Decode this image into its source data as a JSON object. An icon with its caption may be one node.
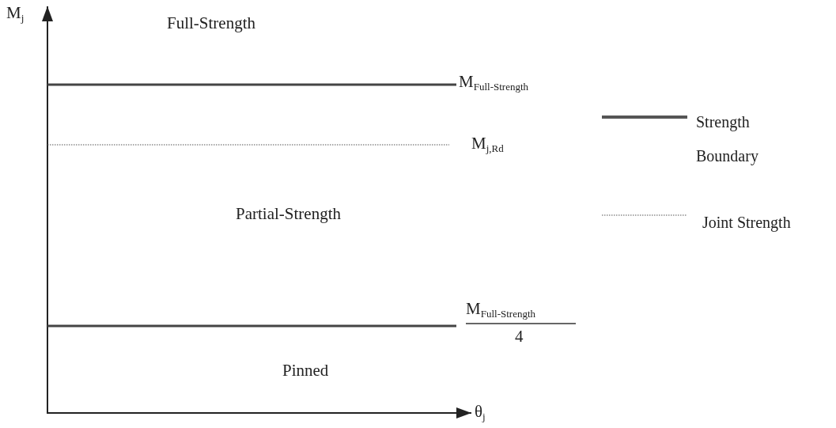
{
  "diagram": {
    "labels": [
      "M$_{j}$",
      "Full-Strength",
      "M$_{Full-Strength}$",
      "M$_{j,Rd}$",
      "Partial-Strength",
      "M$_{Full-Strength}$",
      "4",
      "Pinned",
      "θ$_{j}$"
    ],
    "legend": [
      {
        "text": "Strength Boundary"
      },
      {
        "text": "Joint Strength"
      }
    ]
  }
}
